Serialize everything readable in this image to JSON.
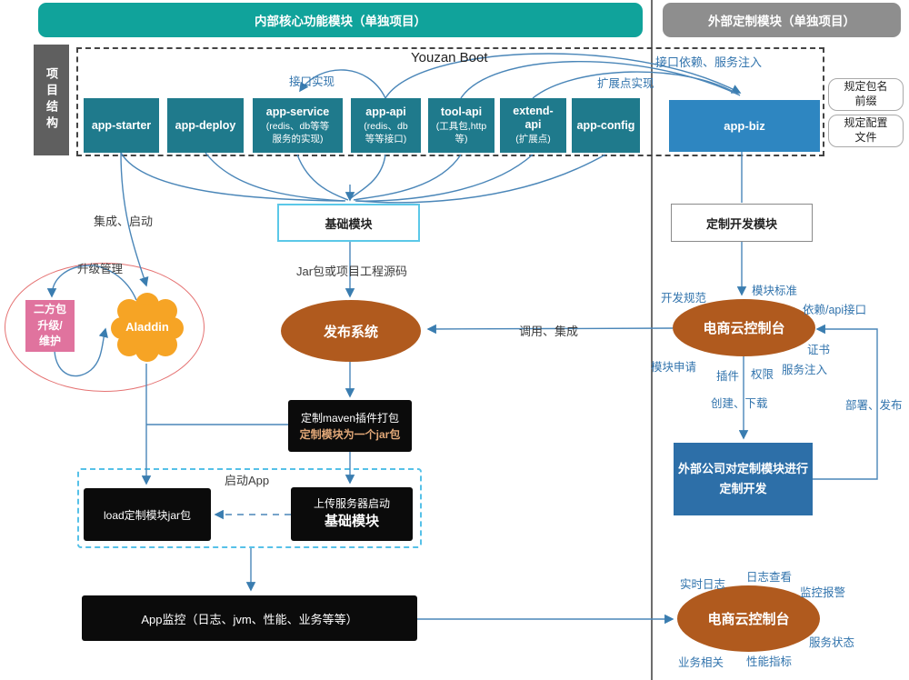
{
  "headers": {
    "internal": "内部核心功能模块（单独项目）",
    "external": "外部定制模块（单独项目）"
  },
  "sidebar_label": "项目结构",
  "youzan_boot": "Youzan Boot",
  "modules": [
    {
      "title": "app-starter",
      "sub": ""
    },
    {
      "title": "app-deploy",
      "sub": ""
    },
    {
      "title": "app-service",
      "sub": "(redis、db等等\n服务的实现)"
    },
    {
      "title": "app-api",
      "sub": "(redis、db\n等等接口)"
    },
    {
      "title": "tool-api",
      "sub": "(工具包,http\n等)"
    },
    {
      "title": "extend-\napi",
      "sub": "(扩展点)"
    },
    {
      "title": "app-config",
      "sub": ""
    }
  ],
  "app_biz_label": "app-biz",
  "notes": [
    "规定包名\n前缀",
    "规定配置\n文件"
  ],
  "nodes": {
    "base_module": "基础模块",
    "custom_dev_module": "定制开发模块",
    "release_system": "发布系统",
    "cloud_console": "电商云控制台",
    "cloud_console_bottom": "电商云控制台",
    "aladdin": "Aladdin",
    "second_party": "二方包\n升级/\n维护",
    "maven_line1": "定制maven插件打包",
    "maven_line2": "定制模块为一个jar包",
    "load_box": "load定制模块jar包",
    "upload_line1": "上传服务器启动",
    "upload_line2": "基础模块",
    "app_monitor": "App监控（日志、jvm、性能、业务等等）",
    "external_dev": "外部公司对定制模块进行\n定制开发"
  },
  "labels": {
    "interface_impl": "接口实现",
    "interface_dep": "接口依赖、服务注入",
    "extension_impl": "扩展点实现",
    "integrate_launch": "集成、启动",
    "upgrade_mgmt": "升级管理",
    "jar_source": "Jar包或项目工程源码",
    "call_integrate": "调用、集成",
    "module_standard": "模块标准",
    "dev_spec": "开发规范",
    "dep_api": "依赖/api接口",
    "cert": "证书",
    "service_inject": "服务注入",
    "module_apply": "模块申请",
    "plugin": "插件",
    "permission": "权限",
    "create_download": "创建、下载",
    "deploy_release": "部署、发布",
    "launch_app": "启动App",
    "realtime_log": "实时日志",
    "log_view": "日志查看",
    "monitor_alert": "监控报警",
    "service_status": "服务状态",
    "perf_metrics": "性能指标",
    "business_related": "业务相关"
  },
  "colors": {
    "teal_header": "#10a39b",
    "gray_header": "#8e8e8e",
    "module_box": "#1f7a8c",
    "app_biz_box": "#2e86c1",
    "external_dev_box": "#2d6fa8",
    "ellipse_brown": "#b05a1e",
    "cloud_orange": "#f6a425",
    "pink_box": "#e0739e",
    "red_halo": "#e57373",
    "arrow_blue": "#4a86b8",
    "label_blue": "#3274ad",
    "dashed_cyan": "#56c1e8",
    "black_box": "#0b0b0b",
    "maven_highlight": "#e2a878"
  }
}
